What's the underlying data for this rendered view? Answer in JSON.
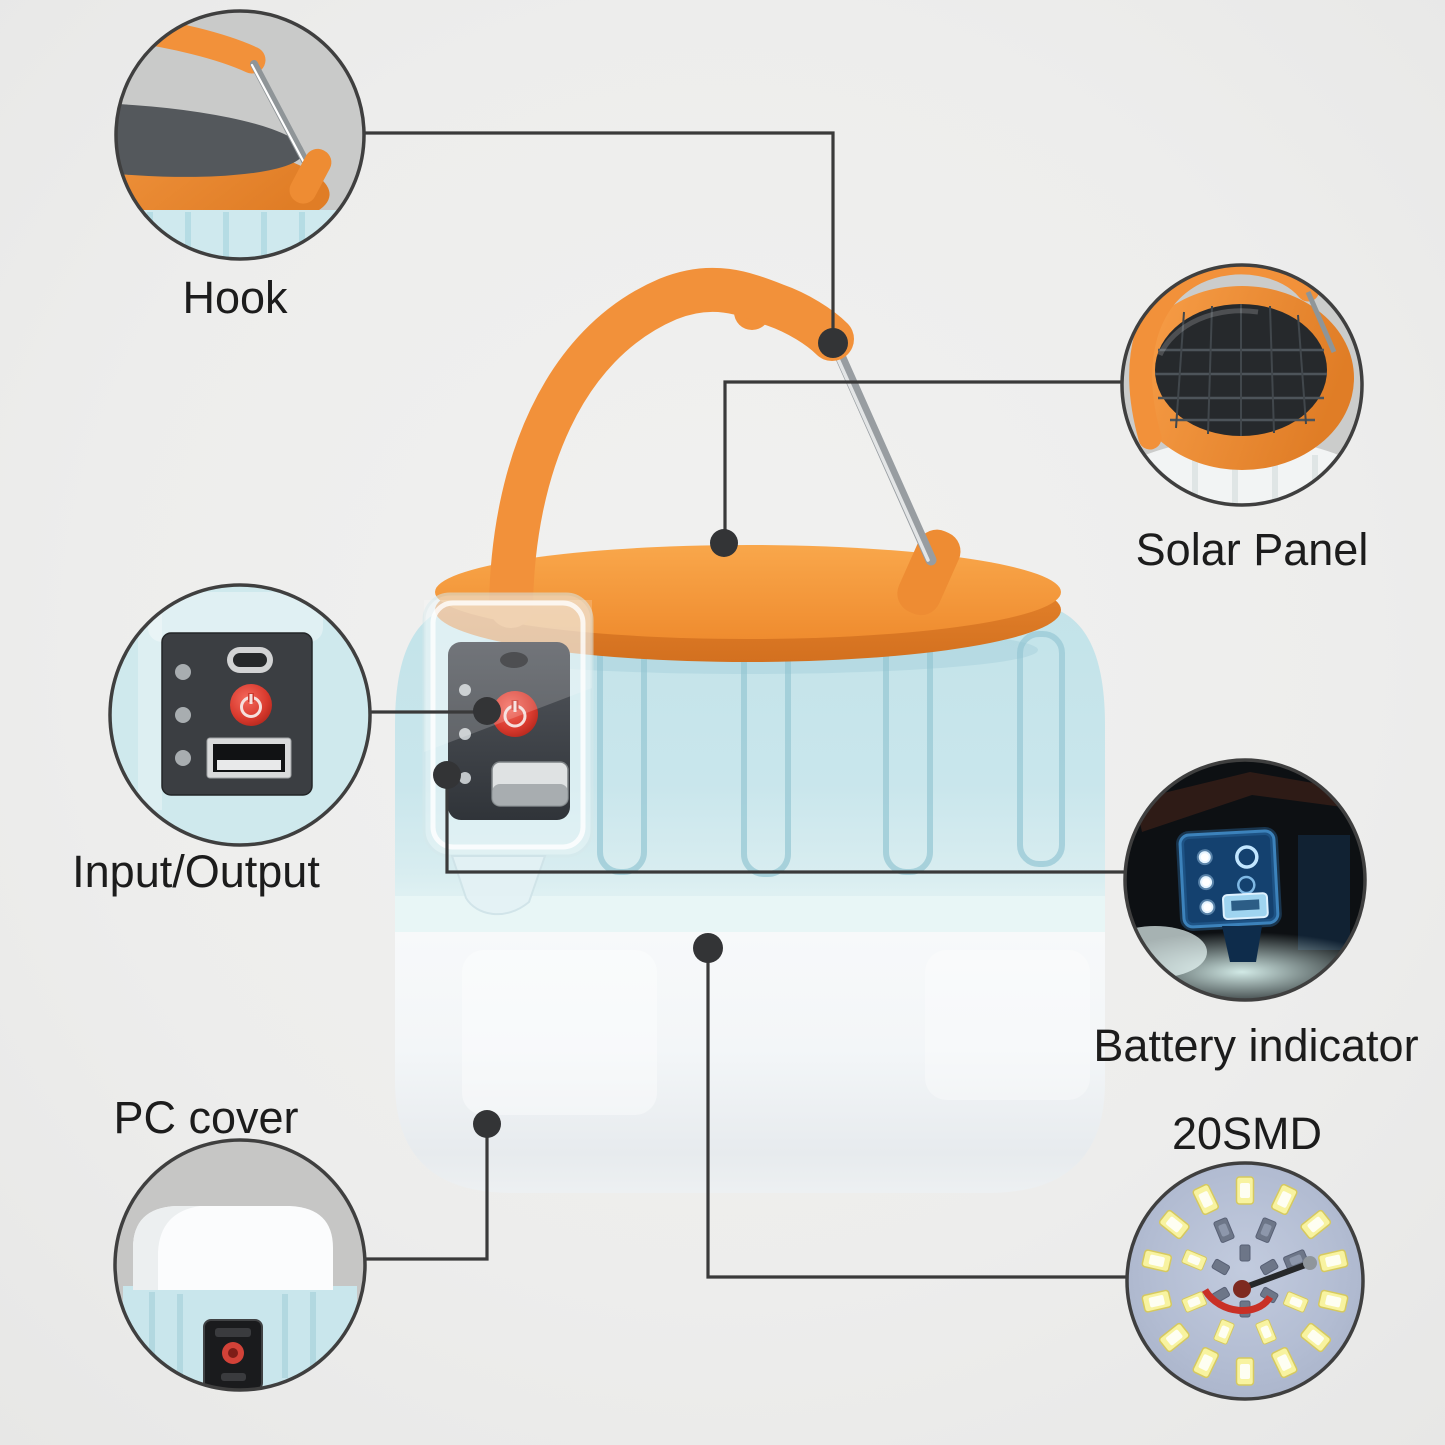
{
  "title": "Solar camping lantern feature diagram",
  "colors": {
    "background": "#eeeeee",
    "accent_orange": "#f2913a",
    "body_blue": "#c9e6eb",
    "callout_line": "#3a3a3a",
    "power_button_red": "#d93a2e",
    "led_yellow": "#f6ef9b",
    "smd_disc": "#b7c1d5"
  },
  "callouts": {
    "hook": {
      "label": "Hook"
    },
    "solar_panel": {
      "label": "Solar Panel"
    },
    "input_output": {
      "label": "Input/Output"
    },
    "battery_indicator": {
      "label": "Battery indicator"
    },
    "pc_cover": {
      "label": "PC cover"
    },
    "smd": {
      "label": "20SMD"
    }
  },
  "icons": [
    "power-icon",
    "usb-a-port-icon",
    "micro-usb-port-icon",
    "carabiner-hook-icon",
    "solar-panel-icon",
    "led-chip-icon"
  ]
}
